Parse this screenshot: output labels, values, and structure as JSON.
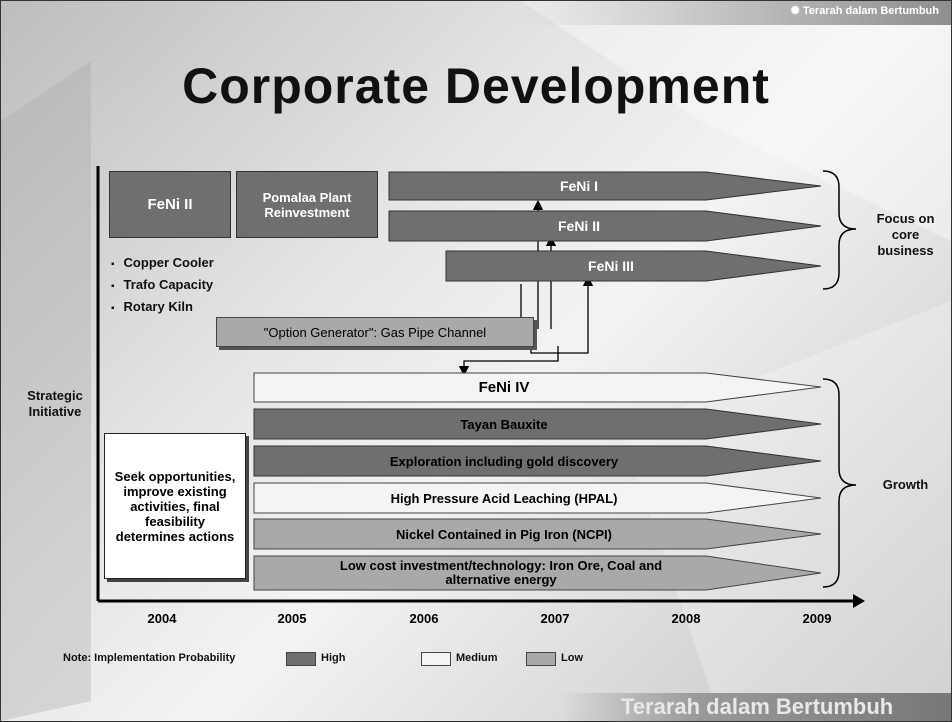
{
  "header": {
    "tagline": "Terarah dalam Bertumbuh"
  },
  "title": "Corporate Development",
  "left_boxes": {
    "feni2_box": "FeNi II",
    "pomalaa": "Pomalaa Plant Reinvestment",
    "bullets": [
      "Copper Cooler",
      "Trafo Capacity",
      "Rotary Kiln"
    ],
    "option_generator": "\"Option Generator\": Gas Pipe Channel",
    "seek": "Seek opportunities, improve existing activities, final feasibility determines actions"
  },
  "y_axis_label": "Strategic Initiative",
  "core_arrows": [
    {
      "label": "FeNi I",
      "probability": "High"
    },
    {
      "label": "FeNi II",
      "probability": "High"
    },
    {
      "label": "FeNi III",
      "probability": "High"
    }
  ],
  "growth_arrows": [
    {
      "label": "FeNi IV",
      "probability": "Medium"
    },
    {
      "label": "Tayan Bauxite",
      "probability": "High"
    },
    {
      "label": "Exploration including gold discovery",
      "probability": "High"
    },
    {
      "label": "High Pressure Acid Leaching (HPAL)",
      "probability": "Medium"
    },
    {
      "label": "Nickel Contained in Pig Iron (NCPI)",
      "probability": "Low"
    },
    {
      "label": "Low cost investment/technology: Iron Ore, Coal and alternative energy",
      "probability": "Low"
    }
  ],
  "brace_labels": {
    "core": "Focus on core business",
    "growth": "Growth"
  },
  "years": [
    "2004",
    "2005",
    "2006",
    "2007",
    "2008",
    "2009"
  ],
  "legend": {
    "prefix": "Note:  Implementation Probability",
    "items": [
      {
        "label": "High",
        "color": "#6f6f6f"
      },
      {
        "label": "Medium",
        "color": "#f4f4f4"
      },
      {
        "label": "Low",
        "color": "#a9a9a9"
      }
    ]
  },
  "footer": {
    "text": "Terarah dalam Bertumbuh"
  },
  "colors": {
    "high": "#6f6f6f",
    "medium": "#f4f4f4",
    "low": "#a9a9a9"
  }
}
